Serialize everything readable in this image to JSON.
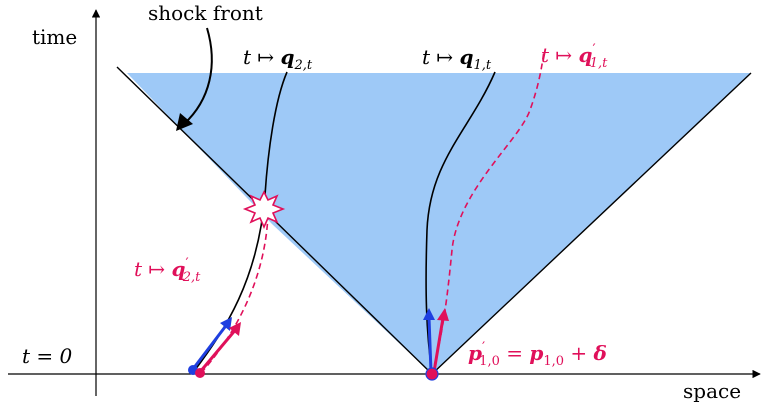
{
  "axes": {
    "x_label": "space",
    "y_label": "time",
    "t0_label": "t = 0"
  },
  "annotations": {
    "shock_front": "shock front"
  },
  "trajectories": {
    "q2": {
      "map": "t ↦ ",
      "sym": "q",
      "sub": "2,t",
      "prime": ""
    },
    "q1": {
      "map": "t ↦ ",
      "sym": "q",
      "sub": "1,t",
      "prime": ""
    },
    "q1p": {
      "map": "t ↦ ",
      "sym": "q",
      "sub": "1,t",
      "prime": "′"
    },
    "q2p": {
      "map": "t ↦ ",
      "sym": "q",
      "sub": "2,t",
      "prime": "′"
    }
  },
  "perturbation": {
    "lhs_sym": "p",
    "lhs_prime": "′",
    "lhs_sub": "1,0",
    "eq": " = ",
    "rhs_sym": "p",
    "rhs_sub": "1,0",
    "plus": " + ",
    "delta": "δ"
  },
  "colors": {
    "cone_fill": "#9ec9f7",
    "perturbed": "#e0105a",
    "momentum": "#1f3fe0",
    "axis": "#000000"
  }
}
